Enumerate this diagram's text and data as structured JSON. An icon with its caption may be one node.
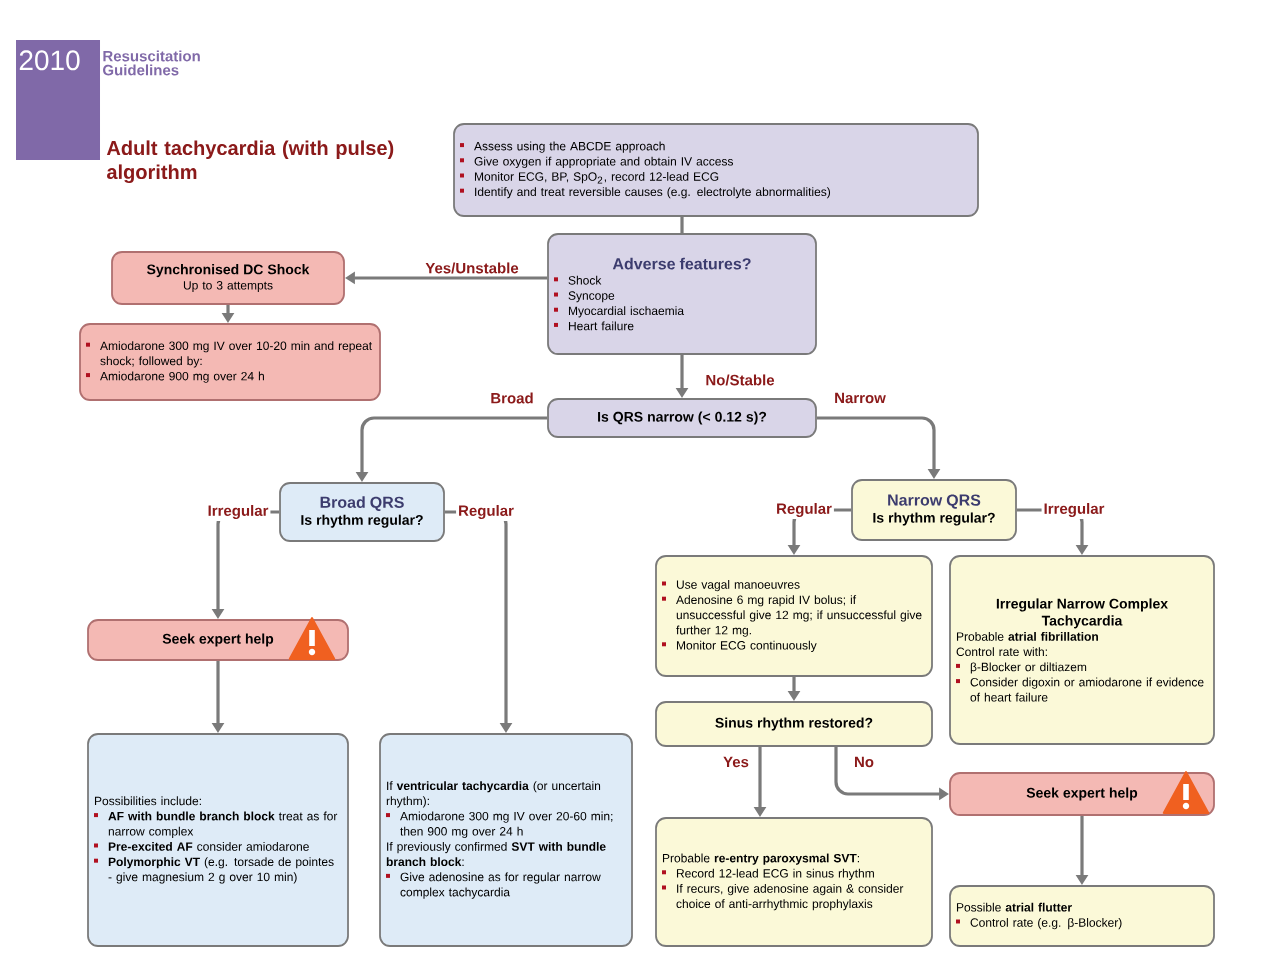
{
  "diagram": {
    "title": "Adult tachycardia (with pulse) algorithm",
    "nodes": [
      {
        "text": [
          "Assess using the ABCDE approach",
          "Give oxygen if appropriate and obtain IV access",
          "Monitor ECG, BP, SpO$_{2}$, record 12-lead ECG",
          "Identify and treat reversible causes (e.g. electrolyte abnormalities)"
        ]
      },
      {
        "text": [
          "Adverse features?",
          "Shock",
          "Syncope",
          "Myocardial ischaemia",
          "Heart failure"
        ]
      },
      {
        "text": [
          "Synchronised DC Shock",
          "Up to 3 attempts"
        ]
      },
      {
        "text": [
          "Amiodarone 300 mg IV over 10-20 min and repeat shock; followed by:",
          "Amiodarone 900 mg over 24 h"
        ]
      },
      {
        "text": [
          "Is QRS narrow (< 0.12 s)?"
        ]
      },
      {
        "text": [
          "Broad QRS",
          "Is rhythm regular?"
        ]
      },
      {
        "text": [
          "Narrow QRS",
          "Is rhythm regular?"
        ]
      },
      {
        "text": [
          "Seek expert help"
        ]
      },
      {
        "text": [
          "Possibilities include:",
          "**AF with bundle branch block** treat as for narrow complex",
          "**Pre-excited AF** consider amiodarone",
          "**Polymorphic VT** (e.g. torsade de pointes - give magnesium 2 g over 10 min)"
        ]
      },
      {
        "text": [
          "If **ventricular tachycardia** (or uncertain rhythm):",
          "Amiodarone 300 mg IV over 20-60 min; then 900 mg over 24 h",
          "If previously confirmed **SVT with bundle branch block**:",
          "Give adenosine as for regular narrow complex tachycardia"
        ]
      },
      {
        "text": [
          "Use vagal manoeuvres",
          "Adenosine 6 mg rapid IV bolus; if unsuccessful give 12 mg; if unsuccessful give further 12 mg.",
          "Monitor ECG continuously"
        ]
      },
      {
        "text": [
          "Irregular Narrow Complex Tachycardia",
          "Probable **atrial fibrillation**",
          "Control rate with:",
          "β-Blocker or diltiazem",
          "Consider digoxin or amiodarone if evidence of heart failure"
        ]
      },
      {
        "text": [
          "Sinus rhythm restored?"
        ]
      },
      {
        "text": [
          "Probable **re-entry paroxysmal SVT**:",
          "Record 12-lead ECG in sinus rhythm",
          "If recurs, give adenosine again & consider choice of anti-arrhythmic prophylaxis"
        ]
      },
      {
        "text": [
          "Seek expert help"
        ]
      },
      {
        "text": [
          "Possible **atrial flutter**",
          "Control rate (e.g. β-Blocker)"
        ]
      }
    ],
    "edges": [
      {
        "from": 0,
        "to": 1,
        "arrow": "none"
      },
      {
        "from": 1,
        "to": 2,
        "arrow": "to",
        "label": "Yes/Unstable"
      },
      {
        "from": 2,
        "to": 3,
        "arrow": "to"
      },
      {
        "from": 1,
        "to": 4,
        "arrow": "to",
        "label": "No/Stable"
      },
      {
        "from": 4,
        "to": 5,
        "arrow": "to",
        "label": "Broad"
      },
      {
        "from": 4,
        "to": 6,
        "arrow": "to",
        "label": "Narrow"
      },
      {
        "from": 5,
        "to": 7,
        "arrow": "to",
        "label": "Irregular"
      },
      {
        "from": 5,
        "to": 9,
        "arrow": "to",
        "label": "Regular"
      },
      {
        "from": 7,
        "to": 8,
        "arrow": "to"
      },
      {
        "from": 6,
        "to": 10,
        "arrow": "to",
        "label": "Regular"
      },
      {
        "from": 6,
        "to": 11,
        "arrow": "to",
        "label": "Irregular"
      },
      {
        "from": 10,
        "to": 12,
        "arrow": "to"
      },
      {
        "from": 12,
        "to": 13,
        "arrow": "to",
        "label": "Yes"
      },
      {
        "from": 12,
        "to": 14,
        "arrow": "to",
        "label": "No"
      },
      {
        "from": 14,
        "to": 15,
        "arrow": "to"
      }
    ],
    "labels": [
      "2010",
      "Resuscitation Guidelines"
    ]
  }
}
